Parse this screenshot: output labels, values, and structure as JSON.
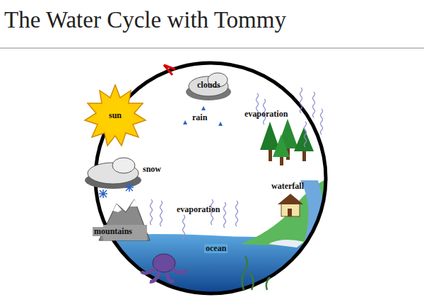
{
  "diagram": {
    "title": "The Water Cycle with Tommy",
    "nodes": [
      {
        "text": [
          "clouds"
        ]
      },
      {
        "text": [
          "sun"
        ]
      }
    ],
    "labels": [
      "rain",
      "evaporation",
      "snow",
      "waterfall",
      "evaporation",
      "mountains",
      "ocean"
    ]
  }
}
